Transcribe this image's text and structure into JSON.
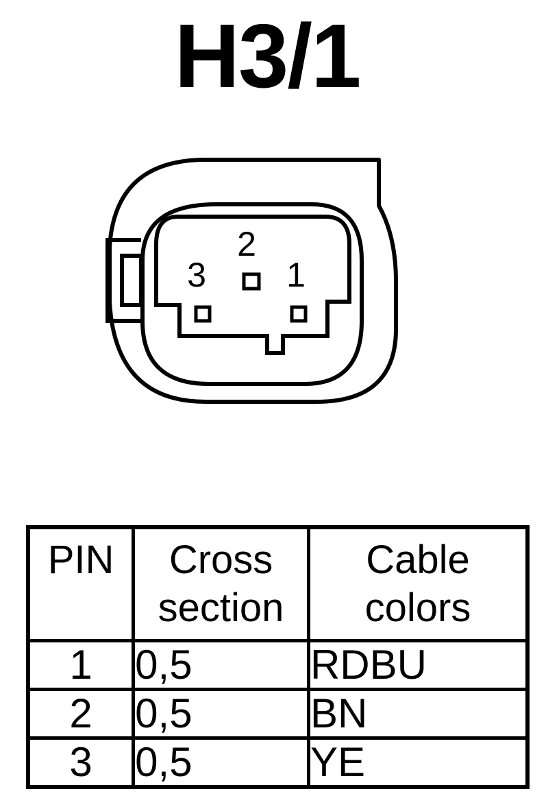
{
  "title": "H3/1",
  "connector": {
    "pin_labels": [
      "1",
      "2",
      "3"
    ]
  },
  "table": {
    "headers": {
      "pin": "PIN",
      "cross_section_line1": "Cross",
      "cross_section_line2": "section",
      "cable_colors_line1": "Cable",
      "cable_colors_line2": "colors"
    },
    "rows": [
      {
        "pin": "1",
        "cross_section": "0,5",
        "cable_color": "RDBU"
      },
      {
        "pin": "2",
        "cross_section": "0,5",
        "cable_color": "BN"
      },
      {
        "pin": "3",
        "cross_section": "0,5",
        "cable_color": "YE"
      }
    ]
  }
}
